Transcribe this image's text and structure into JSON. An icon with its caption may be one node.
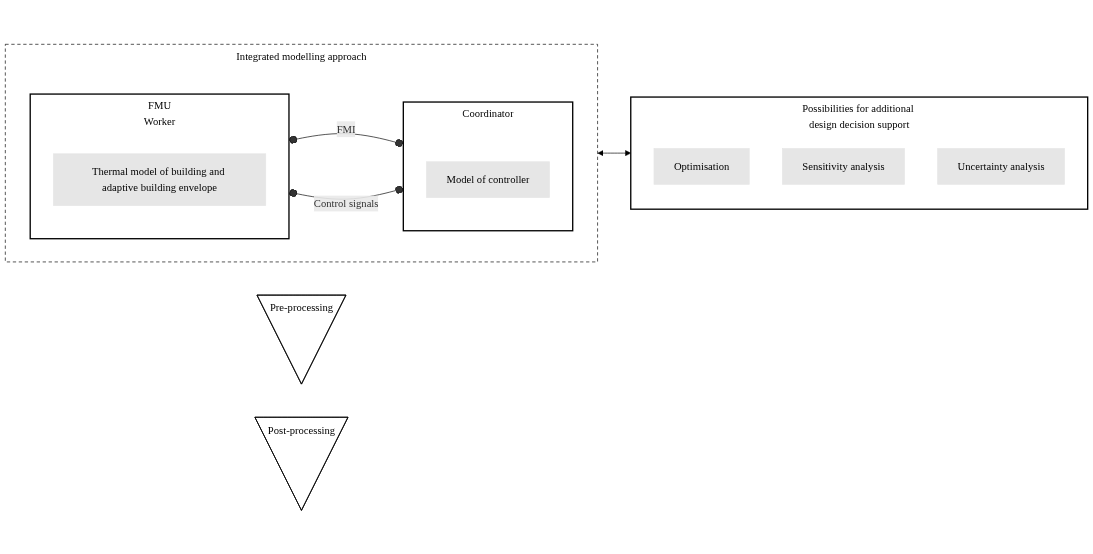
{
  "diagram": {
    "nodes": [
      {
        "text": [
          "Pre-processing"
        ]
      },
      {
        "text": [
          "Integrated modelling approach"
        ]
      },
      {
        "text": [
          "FMU",
          "Worker"
        ],
        "in": 1
      },
      {
        "text": [
          "Thermal model of building and adaptive building envelope"
        ],
        "in": 2
      },
      {
        "text": [
          "Coordinator"
        ],
        "in": 1
      },
      {
        "text": [
          "Model of controller"
        ],
        "in": 4
      },
      {
        "text": [
          "Possibilities for additional design decision support"
        ]
      },
      {
        "text": [
          "Optimisation"
        ],
        "in": 6
      },
      {
        "text": [
          "Sensitivity analysis"
        ],
        "in": 6
      },
      {
        "text": [
          "Uncertainty analysis"
        ],
        "in": 6
      },
      {
        "text": [
          "Post-processing"
        ]
      }
    ],
    "edges": [
      {
        "from": 2,
        "to": 4,
        "arrow": "other",
        "label": "FMI"
      },
      {
        "from": 2,
        "to": 4,
        "arrow": "other",
        "label": "Control signals"
      },
      {
        "from": 1,
        "to": 6,
        "arrow": "both"
      }
    ]
  }
}
